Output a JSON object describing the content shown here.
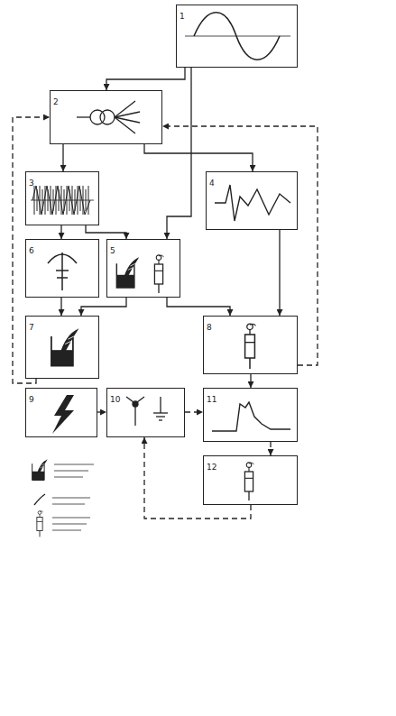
{
  "diagram": {
    "nodes": [
      {
        "text": [
          "1"
        ]
      },
      {
        "text": [
          "2"
        ]
      },
      {
        "text": [
          "3"
        ]
      },
      {
        "text": [
          "4"
        ]
      },
      {
        "text": [
          "5"
        ]
      },
      {
        "text": [
          "6"
        ]
      },
      {
        "text": [
          "7"
        ]
      },
      {
        "text": [
          "8"
        ]
      },
      {
        "text": [
          "9"
        ]
      },
      {
        "text": [
          "10"
        ]
      },
      {
        "text": [
          "11"
        ]
      },
      {
        "text": [
          "12"
        ]
      }
    ],
    "edges": [
      {
        "from": 0,
        "to": 1,
        "arrow": "to"
      },
      {
        "from": 0,
        "to": 4,
        "arrow": "to"
      },
      {
        "from": 1,
        "to": 2,
        "arrow": "to"
      },
      {
        "from": 1,
        "to": 3,
        "arrow": "to"
      },
      {
        "from": 2,
        "to": 5,
        "arrow": "to"
      },
      {
        "from": 2,
        "to": 4,
        "arrow": "to"
      },
      {
        "from": 5,
        "to": 6,
        "arrow": "to"
      },
      {
        "from": 4,
        "to": 6,
        "arrow": "to"
      },
      {
        "from": 4,
        "to": 7,
        "arrow": "to"
      },
      {
        "from": 3,
        "to": 7,
        "arrow": "to"
      },
      {
        "from": 7,
        "to": 10,
        "arrow": "to"
      },
      {
        "from": 6,
        "to": 1,
        "arrow": "to"
      },
      {
        "from": 7,
        "to": 1,
        "arrow": "to"
      },
      {
        "from": 8,
        "to": 9,
        "arrow": "to"
      },
      {
        "from": 9,
        "to": 10,
        "arrow": "to"
      },
      {
        "from": 11,
        "to": 9,
        "arrow": "to"
      },
      {
        "from": 10,
        "to": 11,
        "arrow": "to"
      }
    ]
  }
}
